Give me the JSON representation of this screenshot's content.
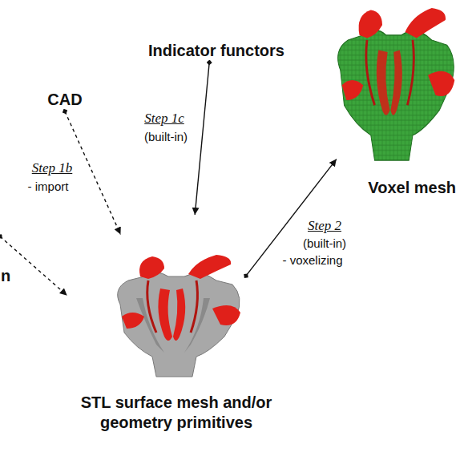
{
  "diagram": {
    "nodes": [
      {
        "text": [
          "Indicator functors"
        ]
      },
      {
        "text": [
          "CAD"
        ]
      },
      {
        "text": [
          "Voxel mesh"
        ]
      },
      {
        "text": [
          "n"
        ]
      },
      {
        "text": [
          "STL surface mesh and/or geometry primitives"
        ]
      }
    ],
    "edges": [
      {
        "from": 0,
        "to": 4,
        "arrow": "to",
        "label": "Step 1c"
      },
      {
        "from": 1,
        "to": 4,
        "arrow": "to",
        "label": "Step 1b"
      },
      {
        "from": 3,
        "to": 4,
        "arrow": "to"
      },
      {
        "from": 4,
        "to": 2,
        "arrow": "to",
        "label": "Step 2"
      }
    ],
    "labels": [
      "(built-in)",
      "- import",
      "(built-in)",
      "- voxelizing"
    ]
  }
}
